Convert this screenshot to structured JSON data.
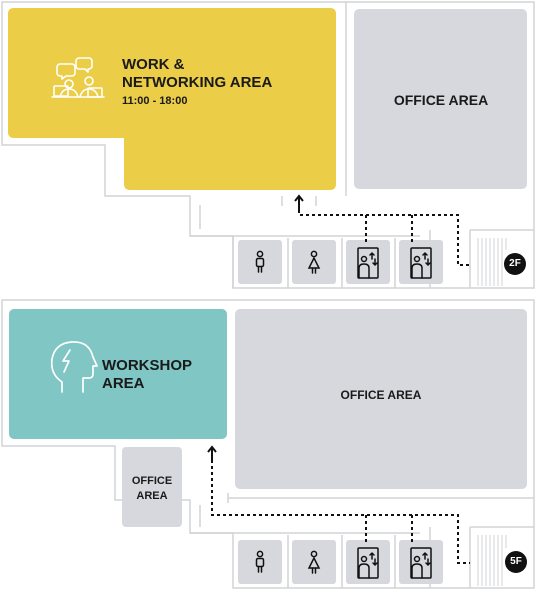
{
  "floors": [
    {
      "badge": "2F",
      "rooms": {
        "work_networking": {
          "title_line1": "WORK &",
          "title_line2": "NETWORKING AREA",
          "hours": "11:00 - 18:00",
          "icon": "people-chat-laptop-icon"
        },
        "office": {
          "label": "OFFICE AREA"
        }
      },
      "facilities": [
        "male-restroom-icon",
        "female-restroom-icon",
        "elevator-icon",
        "elevator-icon"
      ]
    },
    {
      "badge": "5F",
      "rooms": {
        "workshop": {
          "title_line1": "WORKSHOP",
          "title_line2": "AREA",
          "icon": "head-lightning-icon"
        },
        "office": {
          "label": "OFFICE AREA"
        },
        "small_office": {
          "label_line1": "OFFICE",
          "label_line2": "AREA"
        }
      },
      "facilities": [
        "male-restroom-icon",
        "female-restroom-icon",
        "elevator-icon",
        "elevator-icon"
      ]
    }
  ],
  "colors": {
    "work_area": "#ebcd47",
    "workshop_area": "#7fc6c4",
    "office": "#d6d8de",
    "facility_tile": "#d6d8de",
    "outline": "#d2d3d6",
    "path": "#111111"
  }
}
